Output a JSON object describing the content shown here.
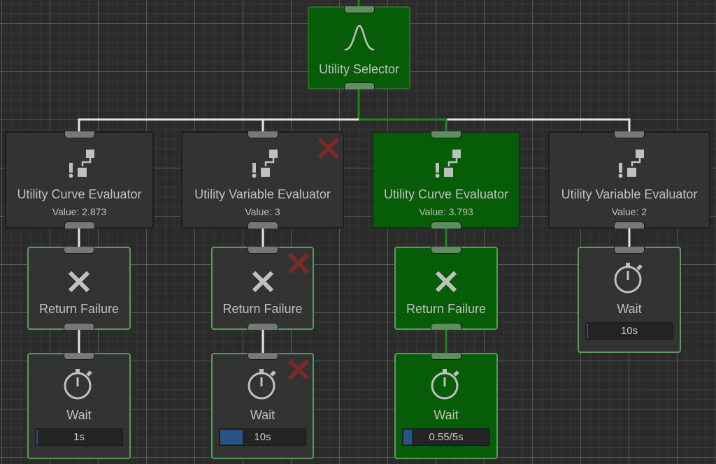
{
  "colors": {
    "wire_idle": "#e4e4e4",
    "wire_active": "#1a8a1a",
    "node_running": "#075c07",
    "node_idle": "#333333",
    "success_border": "#5c9a5c",
    "aborted_mark": "#7a2a2a",
    "progress_fill": "#295286"
  },
  "root": {
    "title": "Utility Selector",
    "icon": "bell-curve-icon",
    "state": "running"
  },
  "evaluators": [
    {
      "title": "Utility Curve Evaluator",
      "value_text": "Value: 2.873",
      "icon": "evaluator-icon",
      "state": "idle",
      "aborted": false,
      "wire": "idle"
    },
    {
      "title": "Utility Variable Evaluator",
      "value_text": "Value: 3",
      "icon": "evaluator-icon",
      "state": "idle",
      "aborted": true,
      "wire": "idle"
    },
    {
      "title": "Utility Curve Evaluator",
      "value_text": "Value: 3.793",
      "icon": "evaluator-icon",
      "state": "running",
      "aborted": false,
      "wire": "active"
    },
    {
      "title": "Utility Variable Evaluator",
      "value_text": "Value: 2",
      "icon": "evaluator-icon",
      "state": "idle",
      "aborted": false,
      "wire": "idle"
    }
  ],
  "return_failures": [
    {
      "title": "Return Failure",
      "icon": "x-icon",
      "state": "success",
      "aborted": false
    },
    {
      "title": "Return Failure",
      "icon": "x-icon",
      "state": "success",
      "aborted": true
    },
    {
      "title": "Return Failure",
      "icon": "x-icon",
      "state": "running",
      "aborted": false
    }
  ],
  "waits": [
    {
      "title": "Wait",
      "icon": "stopwatch-icon",
      "progress_label": "1s",
      "progress": 0.01,
      "state": "success",
      "aborted": false
    },
    {
      "title": "Wait",
      "icon": "stopwatch-icon",
      "progress_label": "10s",
      "progress": 0.28,
      "state": "success",
      "aborted": true
    },
    {
      "title": "Wait",
      "icon": "stopwatch-icon",
      "progress_label": "0.55/5s",
      "progress": 0.11,
      "state": "running",
      "aborted": false
    },
    {
      "title": "Wait",
      "icon": "stopwatch-icon",
      "progress_label": "10s",
      "progress": 0.01,
      "state": "success",
      "aborted": false
    }
  ]
}
